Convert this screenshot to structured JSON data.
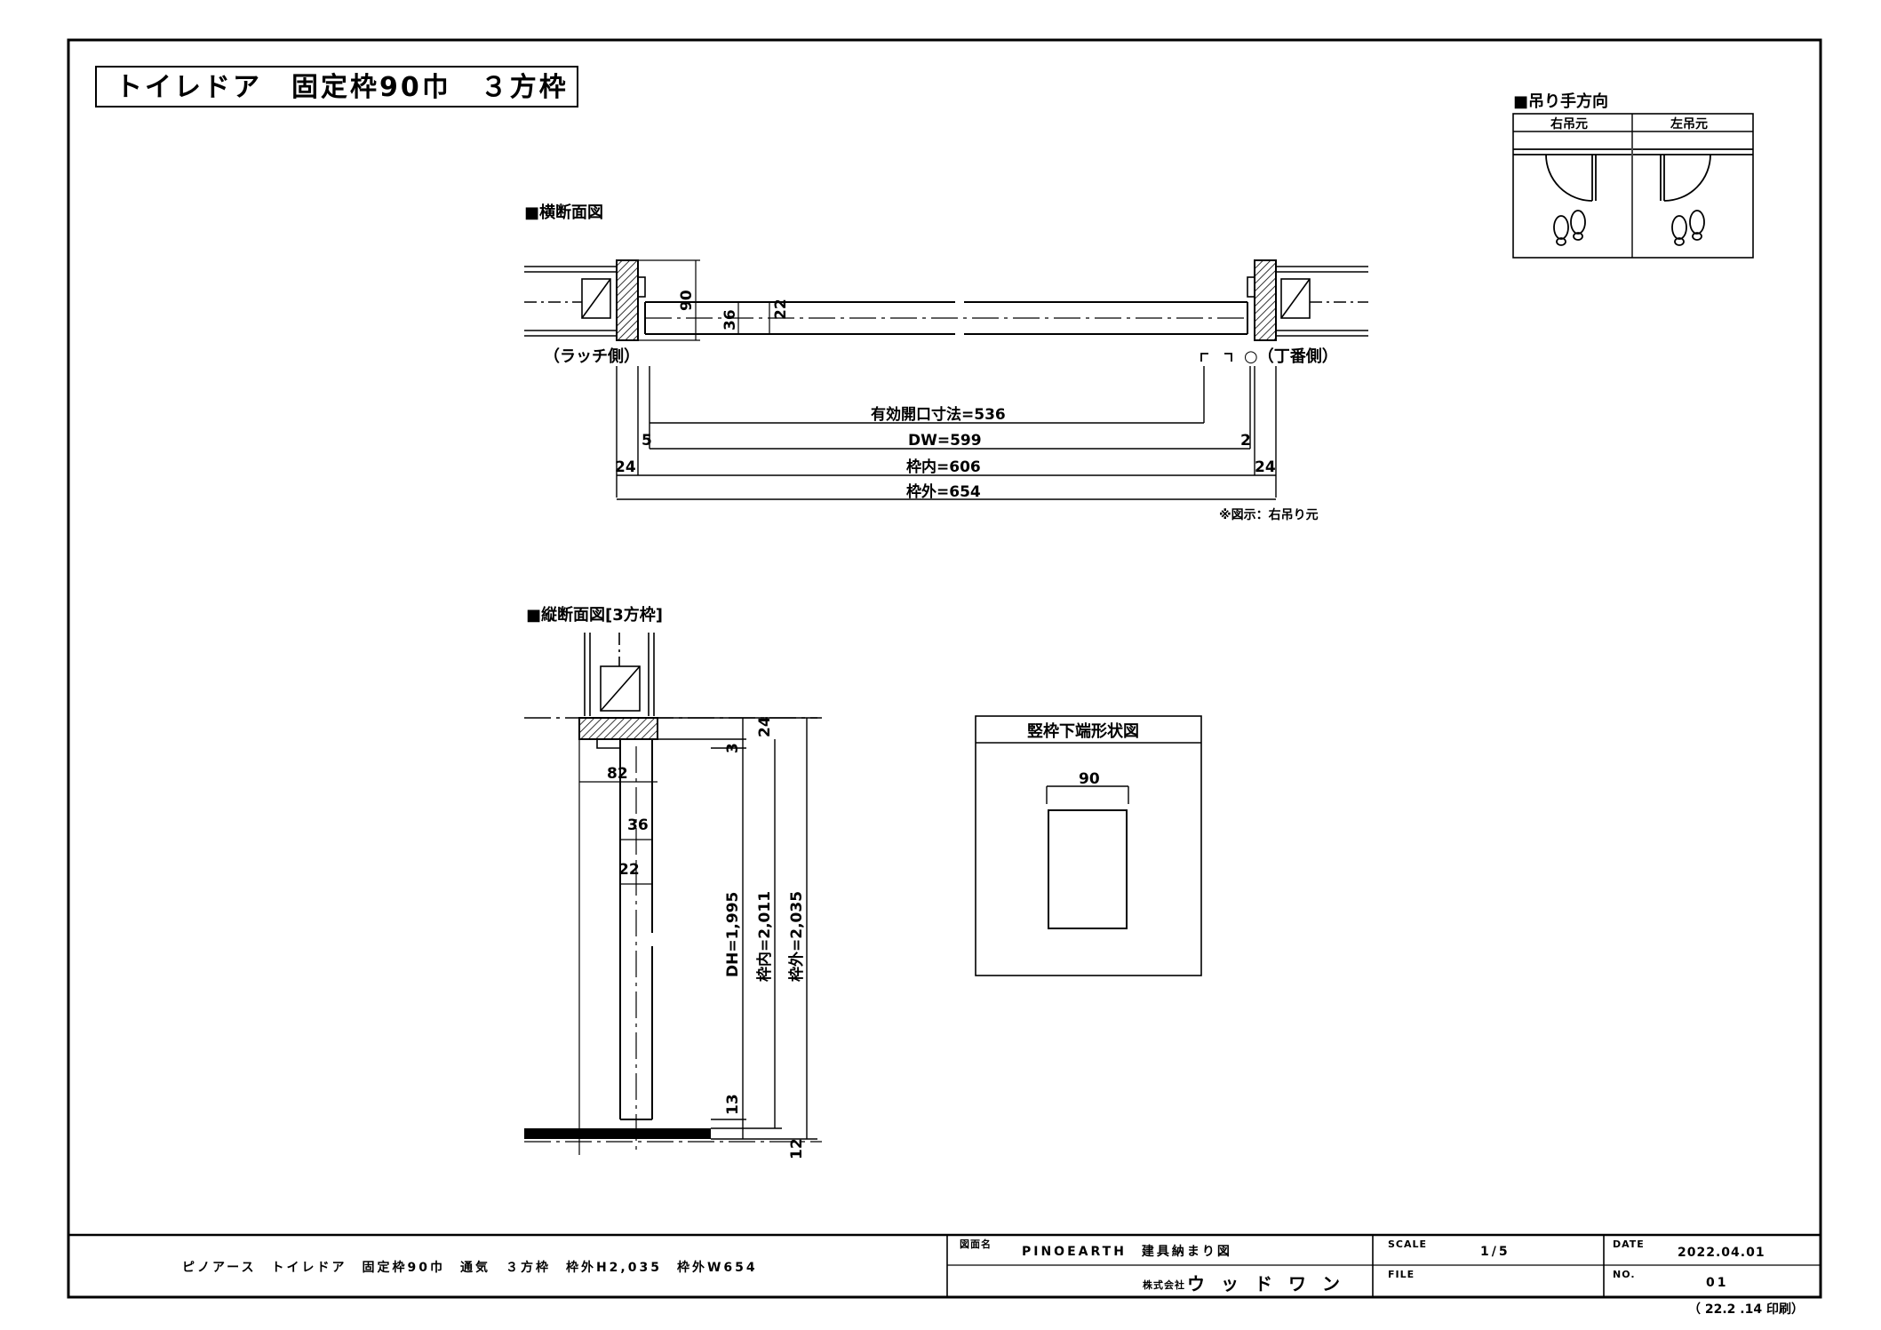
{
  "title": "トイレドア　固定枠90巾　３方枠",
  "hanging": {
    "heading": "■吊り手方向",
    "right_label": "右吊元",
    "left_label": "左吊元"
  },
  "cross_section": {
    "heading": "■横断面図",
    "latch_side": "（ラッチ側）",
    "hinge_side": "○（丁番側）",
    "dim_90": "90",
    "dim_36": "36",
    "dim_22": "22",
    "dim_5": "5",
    "dim_2": "2",
    "dim_24_left": "24",
    "dim_24_right": "24",
    "effective_opening": "有効開口寸法=536",
    "dw": "DW=599",
    "frame_inner": "枠内=606",
    "frame_outer": "枠外=654",
    "note": "※図示：右吊り元"
  },
  "vertical_section": {
    "heading": "■縦断面図[3方枠]",
    "dim_82": "82",
    "dim_36": "36",
    "dim_22": "22",
    "dim_24": "24",
    "dim_3": "3",
    "dim_13": "13",
    "dim_12": "12",
    "dh": "DH=1,995",
    "frame_inner": "枠内=2,011",
    "frame_outer": "枠外=2,035"
  },
  "bottom_shape": {
    "heading": "竪枠下端形状図",
    "dim_90": "90"
  },
  "title_block": {
    "description": "ピノアース　トイレドア　固定枠90巾　通気　３方枠　枠外H2,035　枠外W654",
    "drawing_name_label": "図面名",
    "drawing_name": "PINOEARTH　建具納まり図",
    "company_prefix": "株式会社",
    "company": "ウッドワン",
    "scale_label": "SCALE",
    "scale": "1/5",
    "date_label": "DATE",
    "date": "2022.04.01",
    "file_label": "FILE",
    "no_label": "NO.",
    "no": "01",
    "print_note": "（ 22.2 .14 印刷）"
  }
}
